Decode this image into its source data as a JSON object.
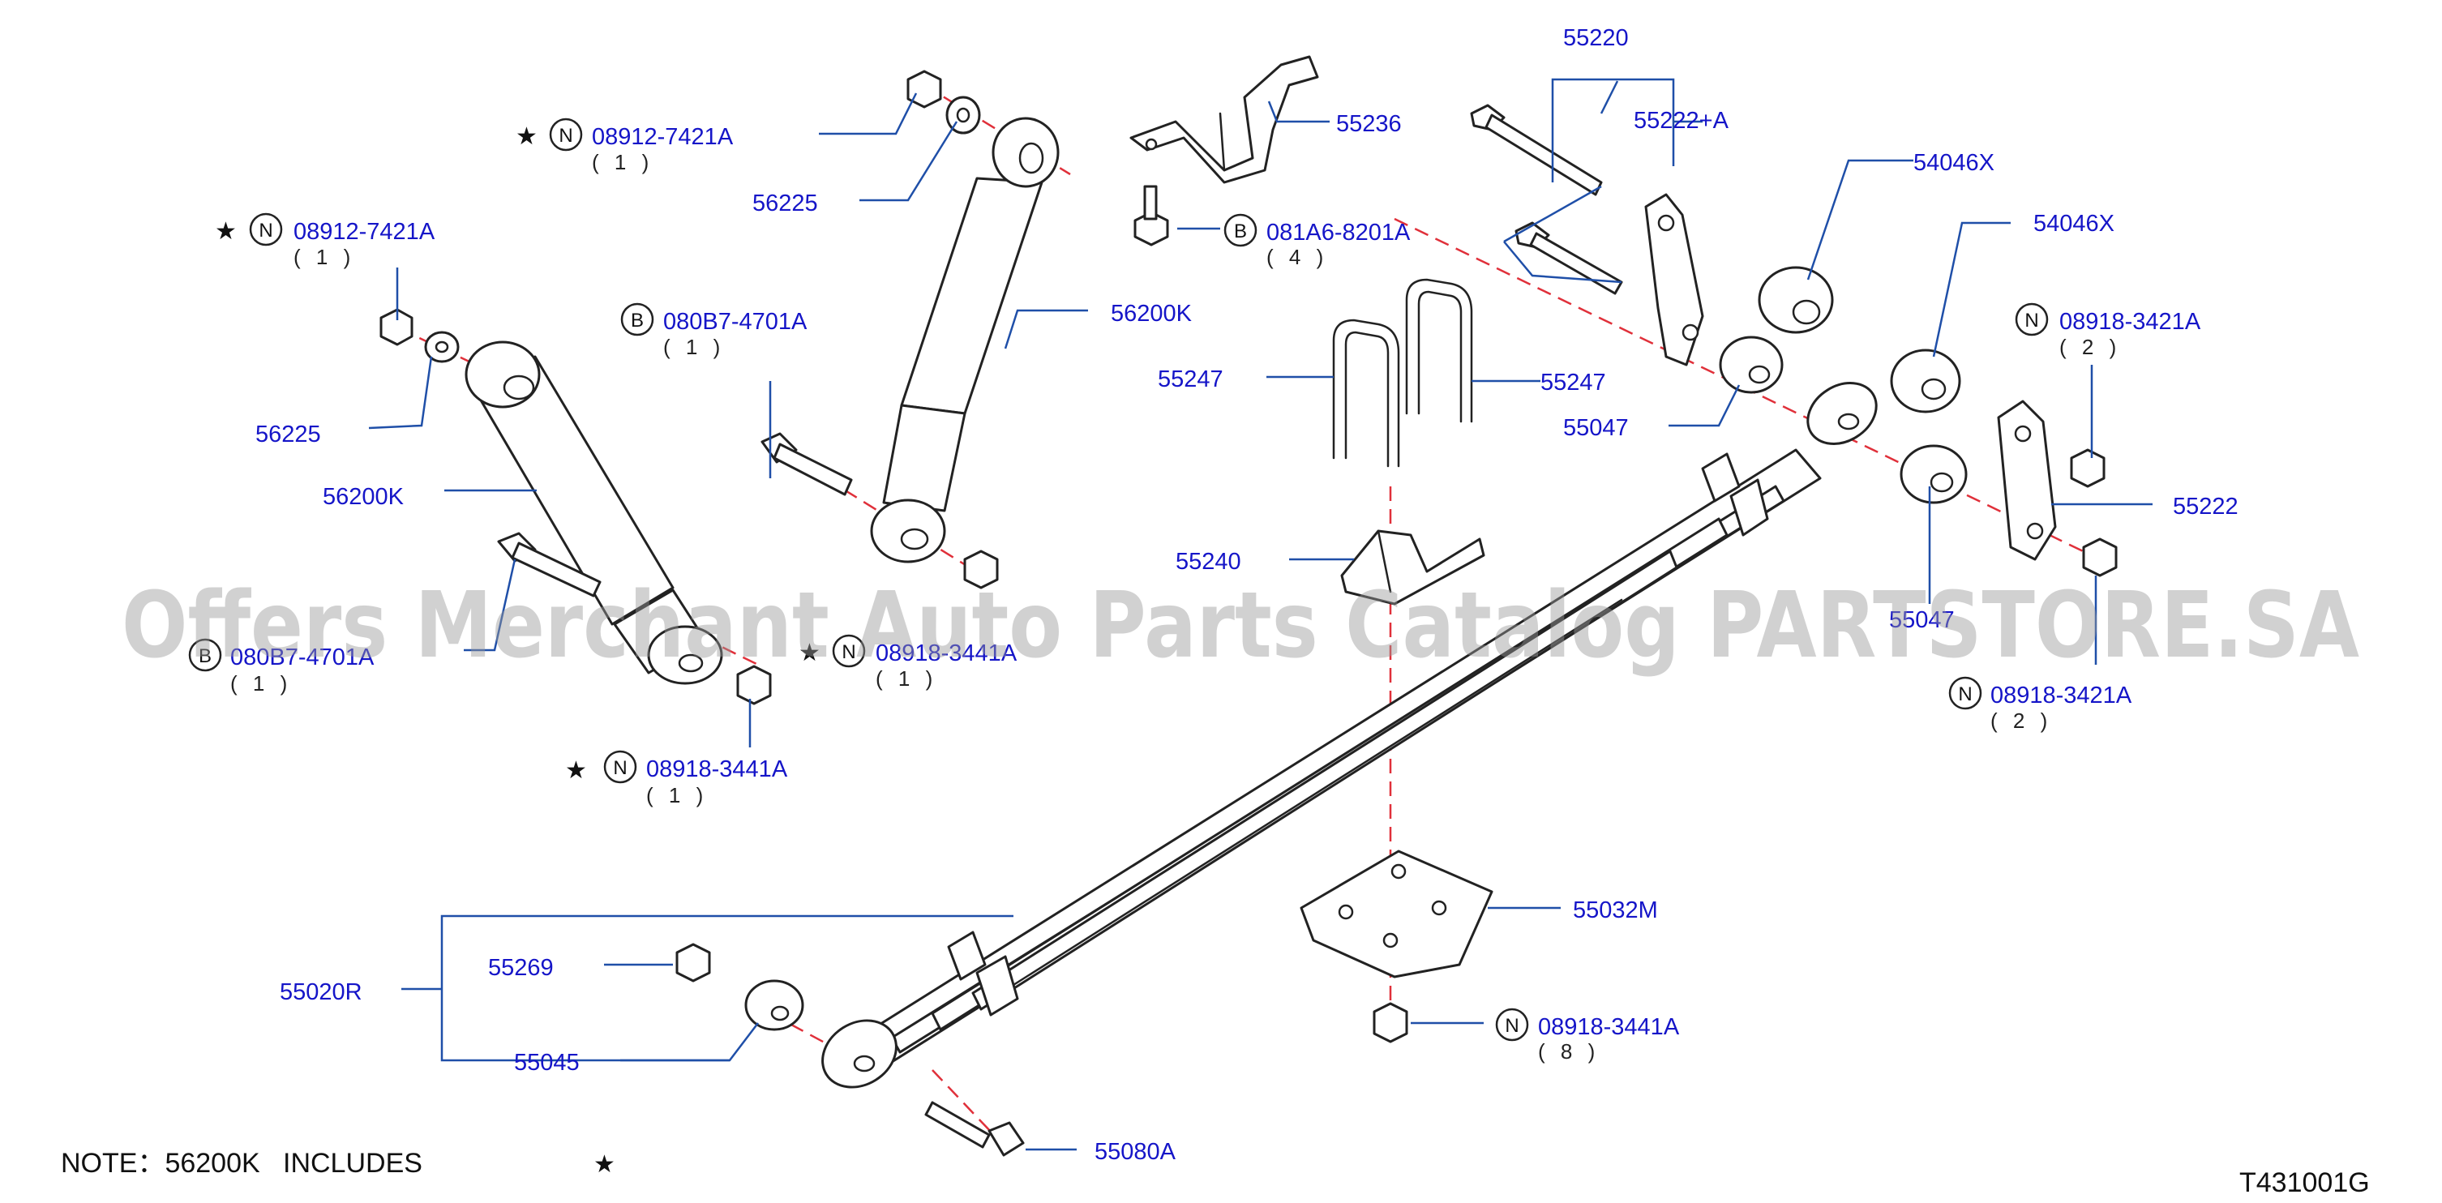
{
  "diagram_id": "T431001G",
  "note": {
    "text": "NOTE：56200K   INCLUDES",
    "symbol": "★"
  },
  "watermark": "Offers Merchant Auto Parts Catalog PARTSTORE.SA",
  "colors": {
    "label": "#1515c8",
    "leader": "#1f4fa8",
    "centerline": "#e0303a",
    "watermark": "#9a9a9a"
  },
  "callouts": {
    "c01": {
      "symbol": "★",
      "prefix": "N",
      "code": "08912-7421A",
      "qty": "( 1 )"
    },
    "c02": {
      "symbol": "★",
      "prefix": "N",
      "code": "08912-7421A",
      "qty": "( 1 )"
    },
    "c03": {
      "code": "56225"
    },
    "c04": {
      "code": "56225"
    },
    "c05": {
      "code": "56200K"
    },
    "c06": {
      "code": "56200K"
    },
    "c07": {
      "prefix": "B",
      "code": "080B7-4701A",
      "qty": "( 1 )"
    },
    "c08": {
      "prefix": "B",
      "code": "080B7-4701A",
      "qty": "( 1 )"
    },
    "c09": {
      "symbol": "★",
      "prefix": "N",
      "code": "08918-3441A",
      "qty": "( 1 )"
    },
    "c10": {
      "symbol": "★",
      "prefix": "N",
      "code": "08918-3441A",
      "qty": "( 1 )"
    },
    "c11": {
      "code": "55236"
    },
    "c12": {
      "prefix": "B",
      "code": "081A6-8201A",
      "qty": "( 4 )"
    },
    "c13": {
      "code": "55220"
    },
    "c14": {
      "code": "55222+A"
    },
    "c15": {
      "code": "54046X"
    },
    "c16": {
      "code": "54046X"
    },
    "c17": {
      "prefix": "N",
      "code": "08918-3421A",
      "qty": "( 2 )"
    },
    "c18": {
      "prefix": "N",
      "code": "08918-3421A",
      "qty": "( 2 )"
    },
    "c19": {
      "code": "55222"
    },
    "c20": {
      "code": "55247"
    },
    "c21": {
      "code": "55247"
    },
    "c22": {
      "code": "55047"
    },
    "c23": {
      "code": "55047"
    },
    "c24": {
      "code": "55240"
    },
    "c25": {
      "code": "55032M"
    },
    "c26": {
      "prefix": "N",
      "code": "08918-3441A",
      "qty": "( 8 )"
    },
    "c27": {
      "code": "55020R"
    },
    "c28": {
      "code": "55269"
    },
    "c29": {
      "code": "55045"
    },
    "c30": {
      "code": "55080A"
    }
  }
}
